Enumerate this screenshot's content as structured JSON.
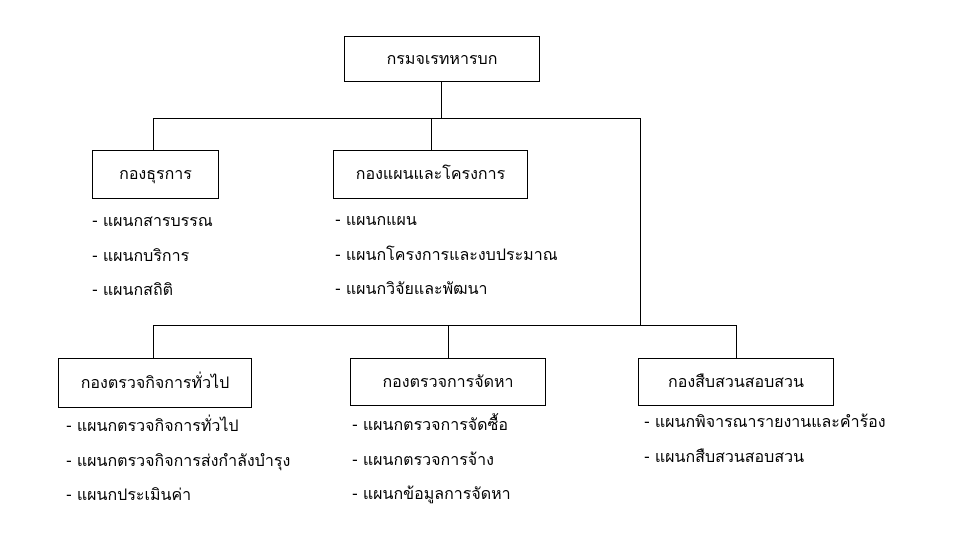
{
  "top": {
    "label": "กรมจเรทหารบก"
  },
  "units": [
    {
      "label": "กองธุรการ",
      "items": [
        "- แผนกสารบรรณ",
        "- แผนกบริการ",
        "- แผนกสถิติ"
      ]
    },
    {
      "label": "กองแผนและโครงการ",
      "items": [
        "- แผนกแผน",
        "- แผนกโครงการและงบประมาณ",
        "- แผนกวิจัยและพัฒนา"
      ]
    },
    {
      "label": "กองตรวจกิจการทั่วไป",
      "items": [
        "- แผนกตรวจกิจการทั่วไป",
        "- แผนกตรวจกิจการส่งกำลังบำรุง",
        "- แผนกประเมินค่า"
      ]
    },
    {
      "label": "กองตรวจการจัดหา",
      "items": [
        "- แผนกตรวจการจัดซื้อ",
        "- แผนกตรวจการจ้าง",
        "- แผนกข้อมูลการจัดหา"
      ]
    },
    {
      "label": "กองสืบสวนสอบสวน",
      "items": [
        "- แผนกพิจารณารายงานและคำร้อง",
        "- แผนกสืบสวนสอบสวน"
      ]
    }
  ]
}
